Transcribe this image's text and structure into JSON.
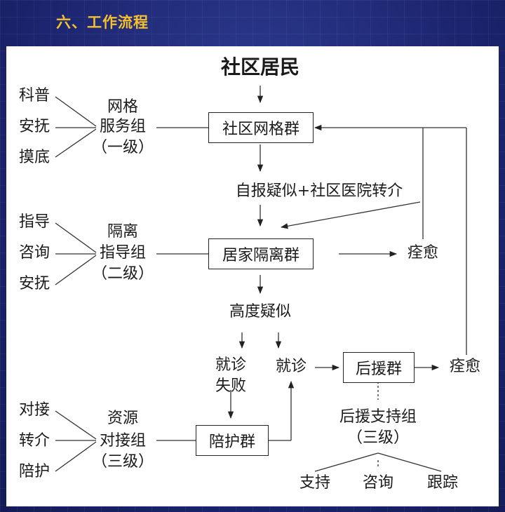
{
  "section_title": "六、工作流程",
  "top": "社区居民",
  "boxes": {
    "grid_group": "社区网格群",
    "home_isolation": "居家隔离群",
    "support": "后援群",
    "escort": "陪护群"
  },
  "flow_texts": {
    "self_report": "自报疑似+社区医院转介",
    "high_suspect": "高度疑似",
    "visit_fail_1": "就诊",
    "visit_fail_2": "失败",
    "visit": "就诊",
    "recovered_1": "痊愈",
    "recovered_2": "痊愈"
  },
  "groups": {
    "level1": {
      "line1": "网格",
      "line2": "服务组",
      "line3": "（一级）",
      "tasks": [
        "科普",
        "安抚",
        "摸底"
      ]
    },
    "level2": {
      "line1": "隔离",
      "line2": "指导组",
      "line3": "（二级）",
      "tasks": [
        "指导",
        "咨询",
        "安抚"
      ]
    },
    "level3": {
      "line1": "资源",
      "line2": "对接组",
      "line3": "（三级）",
      "tasks": [
        "对接",
        "转介",
        "陪护"
      ]
    },
    "support_group": {
      "line1": "后援支持组",
      "line2": "（三级）",
      "tasks": [
        "支持",
        "咨询",
        "跟踪"
      ]
    }
  }
}
